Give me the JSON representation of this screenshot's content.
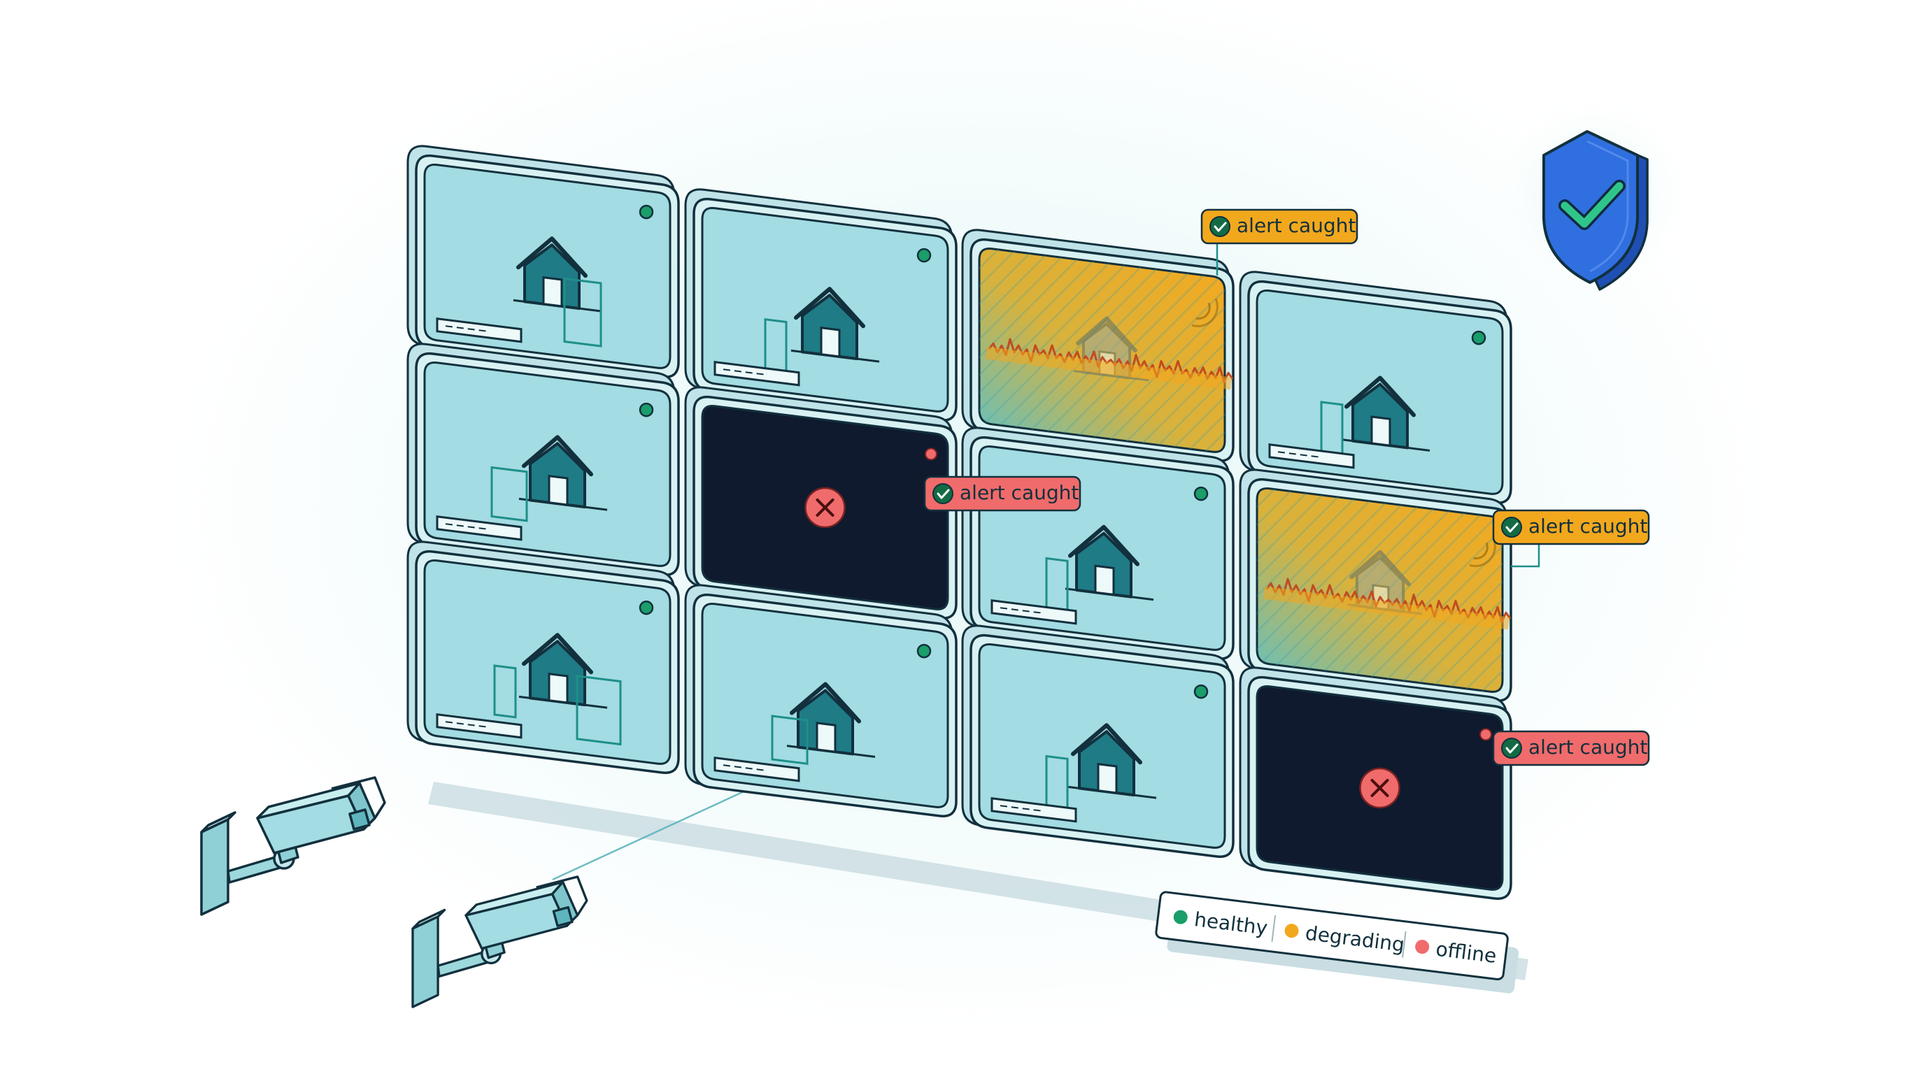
{
  "colors": {
    "outline": "#12303d",
    "screen": "#a3dce2",
    "bezel": "#d8f1f3",
    "bezel_back": "#bfe3e8",
    "offline_screen": "#0f1a2e",
    "healthy": "#1a9e6a",
    "degrading": "#f2a81d",
    "offline": "#f06b6b",
    "shield": "#2f6fe0"
  },
  "monitors": [
    {
      "id": "m1",
      "status": "healthy"
    },
    {
      "id": "m2",
      "status": "healthy"
    },
    {
      "id": "m3",
      "status": "degrading"
    },
    {
      "id": "m4",
      "status": "healthy"
    },
    {
      "id": "m5",
      "status": "healthy"
    },
    {
      "id": "m6",
      "status": "offline"
    },
    {
      "id": "m7",
      "status": "healthy"
    },
    {
      "id": "m8",
      "status": "degrading"
    },
    {
      "id": "m9",
      "status": "healthy"
    },
    {
      "id": "m10",
      "status": "healthy"
    },
    {
      "id": "m11",
      "status": "healthy"
    },
    {
      "id": "m12",
      "status": "offline"
    }
  ],
  "alerts": [
    {
      "label": "alert caught",
      "status": "degrading"
    },
    {
      "label": "alert caught",
      "status": "offline"
    },
    {
      "label": "alert caught",
      "status": "degrading"
    },
    {
      "label": "alert caught",
      "status": "offline"
    }
  ],
  "legend": [
    {
      "label": "healthy",
      "status": "healthy"
    },
    {
      "label": "degrading",
      "status": "degrading"
    },
    {
      "label": "offline",
      "status": "offline"
    }
  ],
  "icons": {
    "shield": "shield-check-icon",
    "camera": "security-camera-icon",
    "house": "house-icon",
    "offline": "close-circle-icon",
    "signal": "signal-icon"
  }
}
